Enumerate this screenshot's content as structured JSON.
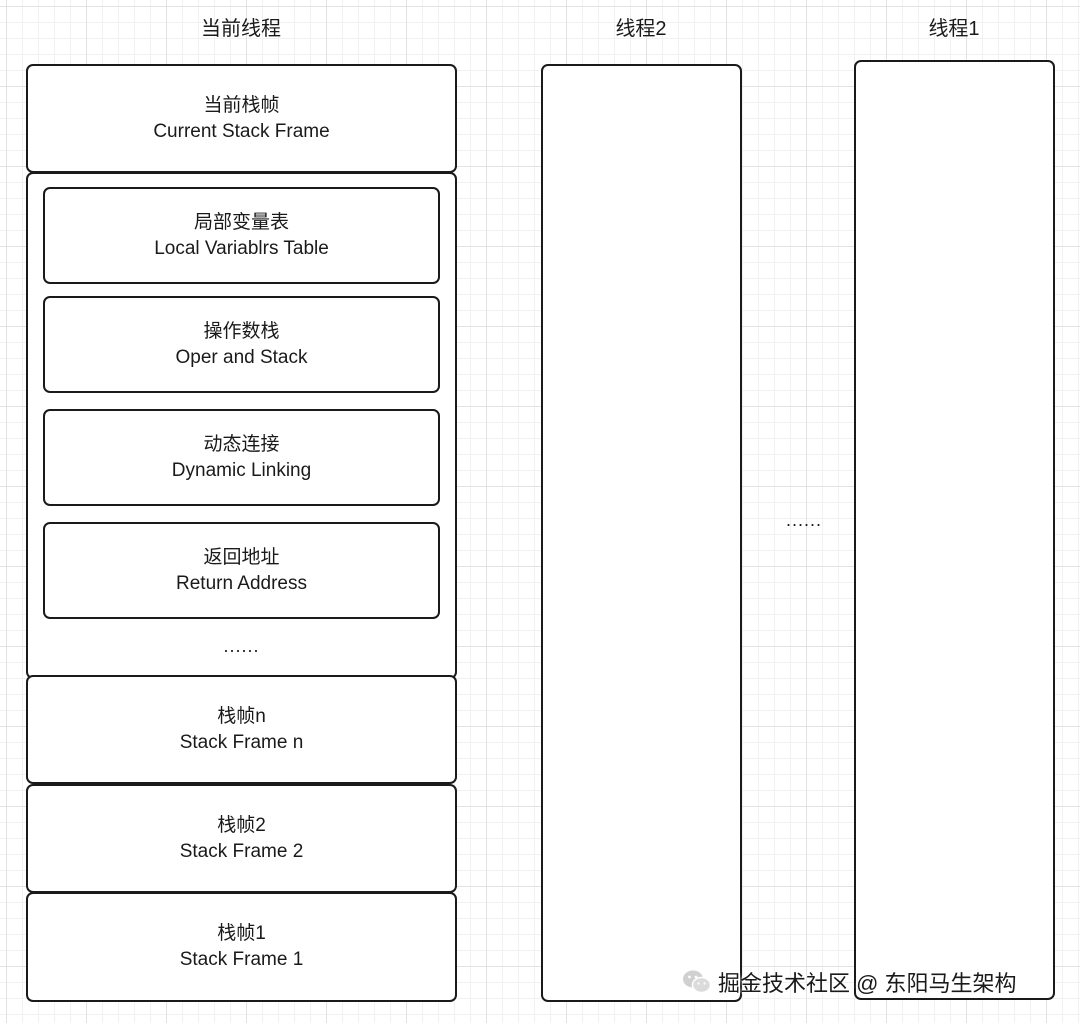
{
  "columns": {
    "current": {
      "header": "当前线程"
    },
    "thread2": {
      "header": "线程2"
    },
    "thread1": {
      "header": "线程1"
    }
  },
  "current_frame": {
    "zh": "当前栈帧",
    "en": "Current Stack Frame"
  },
  "frame_parts": [
    {
      "zh": "局部变量表",
      "en": "Local Variablrs Table"
    },
    {
      "zh": "操作数栈",
      "en": "Oper and Stack"
    },
    {
      "zh": "动态连接",
      "en": "Dynamic Linking"
    },
    {
      "zh": "返回地址",
      "en": "Return Address"
    }
  ],
  "inner_ellipsis": "......",
  "stack_frames": [
    {
      "zh": "栈帧n",
      "en": "Stack Frame n"
    },
    {
      "zh": "栈帧2",
      "en": "Stack Frame 2"
    },
    {
      "zh": "栈帧1",
      "en": "Stack Frame 1"
    }
  ],
  "between_threads_ellipsis": "......",
  "watermark": {
    "icon": "wechat-icon",
    "text": "掘金技术社区 @ 东阳马生架构"
  }
}
